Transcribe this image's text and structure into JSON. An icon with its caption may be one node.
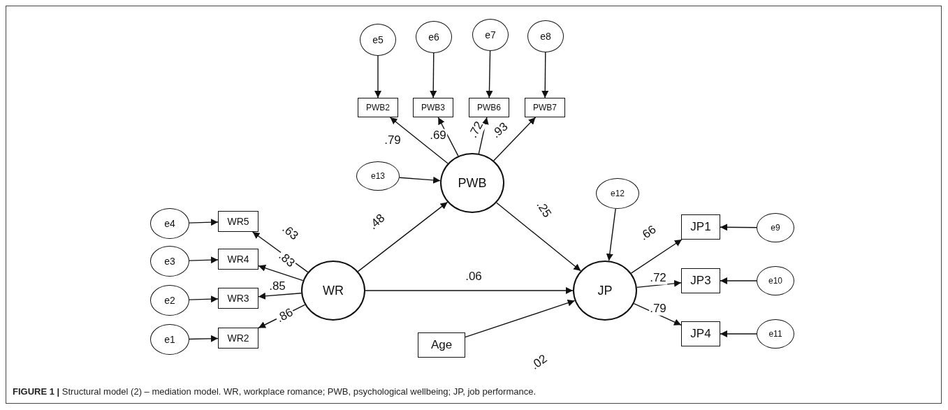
{
  "diagram": {
    "caption": "**FIGURE 1 |** Structural model (2) – mediation model. WR, workplace romance; PWB, psychological wellbeing; JP, job performance.",
    "nodes": [
      {
        "text": [
          "e5"
        ]
      },
      {
        "text": [
          "e6"
        ]
      },
      {
        "text": [
          "e7"
        ]
      },
      {
        "text": [
          "e8"
        ]
      },
      {
        "text": [
          "PWB2"
        ]
      },
      {
        "text": [
          "PWB3"
        ]
      },
      {
        "text": [
          "PWB6"
        ]
      },
      {
        "text": [
          "PWB7"
        ]
      },
      {
        "text": [
          "e13"
        ]
      },
      {
        "text": [
          "PWB"
        ]
      },
      {
        "text": [
          "e12"
        ]
      },
      {
        "text": [
          "e4"
        ]
      },
      {
        "text": [
          "WR5"
        ]
      },
      {
        "text": [
          "JP1"
        ]
      },
      {
        "text": [
          "e9"
        ]
      },
      {
        "text": [
          "e3"
        ]
      },
      {
        "text": [
          "WR4"
        ]
      },
      {
        "text": [
          "WR"
        ]
      },
      {
        "text": [
          "JP"
        ]
      },
      {
        "text": [
          "e2"
        ]
      },
      {
        "text": [
          "WR3"
        ]
      },
      {
        "text": [
          "JP3"
        ]
      },
      {
        "text": [
          "e10"
        ]
      },
      {
        "text": [
          "e1"
        ]
      },
      {
        "text": [
          "WR2"
        ]
      },
      {
        "text": [
          "Age"
        ]
      },
      {
        "text": [
          "JP4"
        ]
      },
      {
        "text": [
          "e11"
        ]
      }
    ],
    "edges": [
      {
        "from": 0,
        "to": 4,
        "arrow": "to"
      },
      {
        "from": 1,
        "to": 5,
        "arrow": "to"
      },
      {
        "from": 2,
        "to": 6,
        "arrow": "to"
      },
      {
        "from": 3,
        "to": 7,
        "arrow": "to"
      },
      {
        "from": 9,
        "to": 4,
        "arrow": "to",
        "label": ".79"
      },
      {
        "from": 9,
        "to": 5,
        "arrow": "to",
        "label": ".69"
      },
      {
        "from": 9,
        "to": 6,
        "arrow": "to",
        "label": ".72"
      },
      {
        "from": 9,
        "to": 7,
        "arrow": "to",
        "label": ".93"
      },
      {
        "from": 8,
        "to": 9,
        "arrow": "to"
      },
      {
        "from": 17,
        "to": 9,
        "arrow": "to",
        "label": ".48"
      },
      {
        "from": 9,
        "to": 18,
        "arrow": "to",
        "label": ".25"
      },
      {
        "from": 10,
        "to": 18,
        "arrow": "to"
      },
      {
        "from": 17,
        "to": 18,
        "arrow": "to",
        "label": ".06"
      },
      {
        "from": 25,
        "to": 18,
        "arrow": "to",
        "label": ".02"
      },
      {
        "from": 18,
        "to": 13,
        "arrow": "to",
        "label": ".66"
      },
      {
        "from": 18,
        "to": 21,
        "arrow": "to",
        "label": ".72"
      },
      {
        "from": 18,
        "to": 26,
        "arrow": "to",
        "label": ".79"
      },
      {
        "from": 14,
        "to": 13,
        "arrow": "to"
      },
      {
        "from": 22,
        "to": 21,
        "arrow": "to"
      },
      {
        "from": 27,
        "to": 26,
        "arrow": "to"
      },
      {
        "from": 17,
        "to": 12,
        "arrow": "to",
        "label": ".63"
      },
      {
        "from": 17,
        "to": 16,
        "arrow": "to",
        "label": ".83"
      },
      {
        "from": 17,
        "to": 20,
        "arrow": "to",
        "label": ".85"
      },
      {
        "from": 17,
        "to": 24,
        "arrow": "to",
        "label": ".86"
      },
      {
        "from": 11,
        "to": 12,
        "arrow": "to"
      },
      {
        "from": 15,
        "to": 16,
        "arrow": "to"
      },
      {
        "from": 19,
        "to": 20,
        "arrow": "to"
      },
      {
        "from": 23,
        "to": 24,
        "arrow": "to"
      }
    ]
  }
}
